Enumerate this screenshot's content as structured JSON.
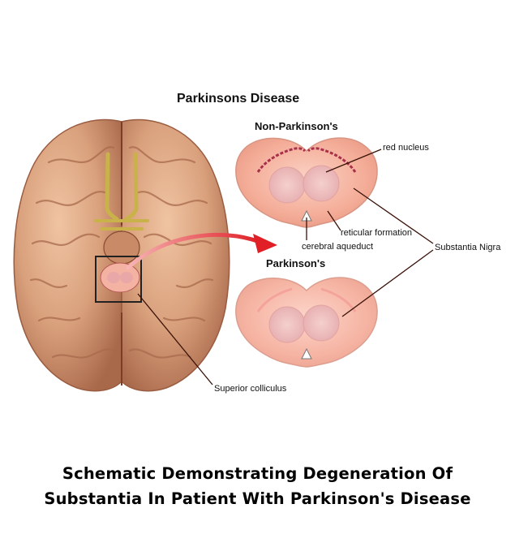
{
  "diagram": {
    "title": "Parkinsons Disease",
    "panel_top_title": "Non-Parkinson's",
    "panel_bottom_title": "Parkinson's",
    "labels": {
      "red_nucleus": "red nucleus",
      "reticular_formation": "reticular formation",
      "cerebral_aqueduct": "cerebral aqueduct",
      "substantia_nigra": "Substantia Nigra",
      "superior_colliculus": "Superior colliculus"
    }
  },
  "caption": {
    "line1": "Schematic Demonstrating Degeneration Of",
    "line2": "Substantia In Patient With Parkinson's Disease"
  },
  "colors": {
    "brain": "#d9a07c",
    "brain_shadow": "#a8684a",
    "midbrain_section": "#f6b8a4",
    "substantia_nigra": "#b0304a",
    "arrow": "#e8242c",
    "leader_lines": "#4a1a10"
  }
}
